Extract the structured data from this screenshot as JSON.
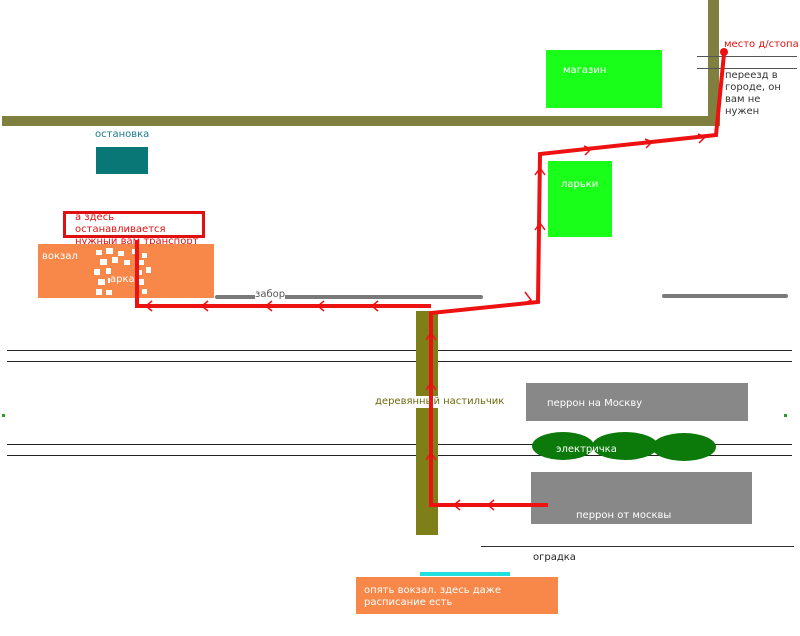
{
  "labels": {
    "shop": "магазин",
    "stop_point": "место д/стопа",
    "crossing_note": "переезд в городе, он вам не нужен",
    "bus_stop": "остановка",
    "kiosks": "ларьки",
    "transport_note": "а здесь останавливается нужный вам транспорт",
    "station": "вокзал",
    "arch": "арка",
    "fence": "забор",
    "wooden_crossing": "деревянный настильчик",
    "platform_to_moscow": "перрон на Москву",
    "train": "электричка",
    "platform_from_moscow": "перрон от москвы",
    "railing": "оградка",
    "station_again": "опять вокзал. здесь даже расписание есть"
  },
  "colors": {
    "road": "#7f7f3f",
    "route": "#ee1111",
    "shop": "#1aff1a",
    "bus_stop": "#0a7777",
    "station": "#f7884a",
    "platform": "#888888",
    "train": "#0b7a0b"
  }
}
